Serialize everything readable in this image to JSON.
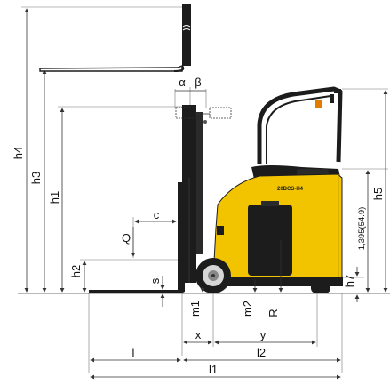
{
  "labels": {
    "h4": "h4",
    "h3": "h3",
    "h1": "h1",
    "h2": "h2",
    "h5": "h5",
    "h7": "h7",
    "alpha": "α",
    "beta": "β",
    "c": "c",
    "Q": "Q",
    "s": "s",
    "m1": "m1",
    "m2": "m2",
    "R": "R",
    "x": "x",
    "y": "y",
    "l": "l",
    "l2": "l2",
    "l1": "l1",
    "overhead_height": "1,395(54.9)"
  },
  "truck": {
    "model_text": "20BCS-H4",
    "body_color": "#f2c400",
    "dark_color": "#1c1c1c"
  }
}
